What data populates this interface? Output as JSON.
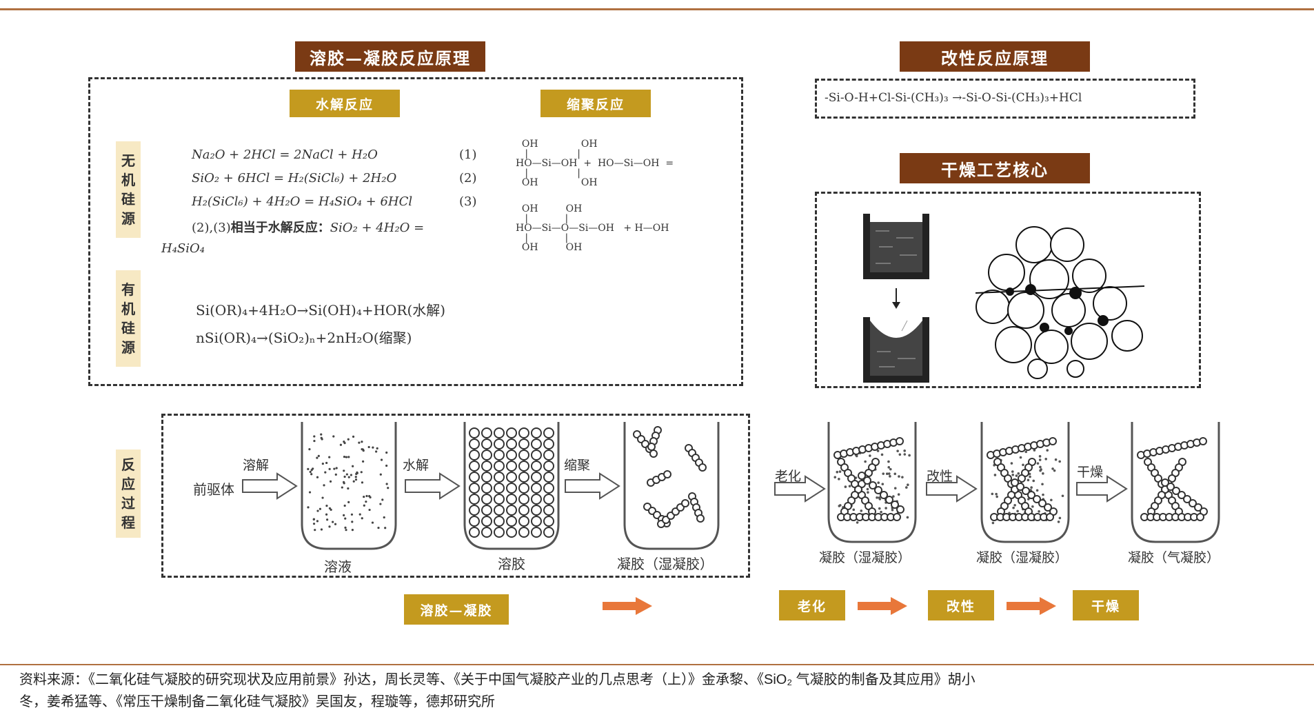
{
  "titles": {
    "sol_gel": "溶胶—凝胶反应原理",
    "hydrolysis": "水解反应",
    "condensation": "缩聚反应",
    "modification": "改性反应原理",
    "drying_core": "干燥工艺核心"
  },
  "side_labels": {
    "inorganic": [
      "无",
      "机",
      "硅",
      "源"
    ],
    "organic": [
      "有",
      "机",
      "硅",
      "源"
    ],
    "process": [
      "反",
      "应",
      "过",
      "程"
    ]
  },
  "inorganic_equations": [
    {
      "eq": "Na₂O + 2HCl = 2NaCl + H₂O",
      "num": "(1)"
    },
    {
      "eq": "SiO₂ + 6HCl = H₂(SiCl₆) + 2H₂O",
      "num": "(2)"
    },
    {
      "eq": "H₂(SiCl₆) + 4H₂O = H₄SiO₄ + 6HCl",
      "num": "(3)"
    }
  ],
  "inorganic_note_prefix": "(2),(3)",
  "inorganic_note_bold": "相当于水解反应：",
  "inorganic_note_eq": "SiO₂ + 4H₂O =",
  "inorganic_note_eq2": "H₄SiO₄",
  "organic_equations": [
    "Si(OR)₄+4H₂O→Si(OH)₄+HOR(水解)",
    "nSi(OR)₄→(SiO₂)ₙ+2nH₂O(缩聚)"
  ],
  "condensation_structs": {
    "row1": "  OH              OH\n   |                |\nHO—Si—OH  +  HO—Si—OH  =\n   |                |\n  OH              OH",
    "row2": "  OH         OH\n   |            |\nHO—Si—O—Si—OH   + H—OH\n   |            |\n  OH         OH"
  },
  "modification_equation": "-Si-O-H+Cl-Si-(CH₃)₃  →-Si-O-Si-(CH₃)₃+HCl",
  "process": {
    "precursor": "前驱体",
    "arrows": [
      "溶解",
      "水解",
      "缩聚",
      "老化",
      "改性",
      "干燥"
    ],
    "stages": [
      "溶液",
      "溶胶",
      "凝胶（湿凝胶）",
      "凝胶（湿凝胶）",
      "凝胶（湿凝胶）",
      "凝胶（气凝胶）"
    ]
  },
  "bottom_labels": [
    "溶胶—凝胶",
    "老化",
    "改性",
    "干燥"
  ],
  "colors": {
    "brown": "#7a3a14",
    "gold": "#c49a1f",
    "orange": "#e8773a",
    "cream": "#f7e9c4"
  },
  "source": {
    "line1": "资料来源：《二氧化硅气凝胶的研究现状及应用前景》孙达，周长灵等、《关于中国气凝胶产业的几点思考（上）》金承黎、《SiO₂ 气凝胶的制备及其应用》胡小",
    "line2": "冬，姜希猛等、《常压干燥制备二氧化硅气凝胶》吴国友，程璇等，德邦研究所"
  }
}
